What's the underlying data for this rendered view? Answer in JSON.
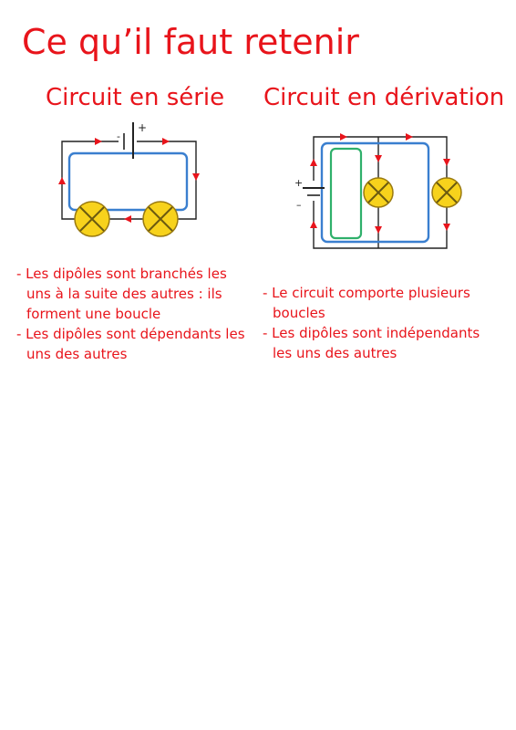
{
  "page": {
    "title": "Ce qu’il faut retenir"
  },
  "serie": {
    "heading": "Circuit en série",
    "battery_minus": "-",
    "battery_plus": "+",
    "notes": [
      "- Les dipôles sont branchés les uns à la suite des autres : ils forment une boucle",
      "- Les dipôles sont dépendants les uns des autres"
    ]
  },
  "derivation": {
    "heading": "Circuit en dérivation",
    "battery_plus": "+",
    "battery_minus": "–",
    "notes": [
      "- Le circuit comporte plusieurs boucles",
      "- Les dipôles sont indépendants les uns des autres"
    ]
  },
  "colors": {
    "text": "#e8141b",
    "wire": "#222222",
    "arrow": "#e8141b",
    "loop_blue": "#3a7fcf",
    "loop_green": "#2fb06b",
    "lamp_fill": "#f7d21c",
    "lamp_stroke": "#9a7a10"
  },
  "icons": {
    "lamp": "lamp-icon",
    "battery": "battery-icon",
    "arrow": "current-arrow-icon"
  }
}
